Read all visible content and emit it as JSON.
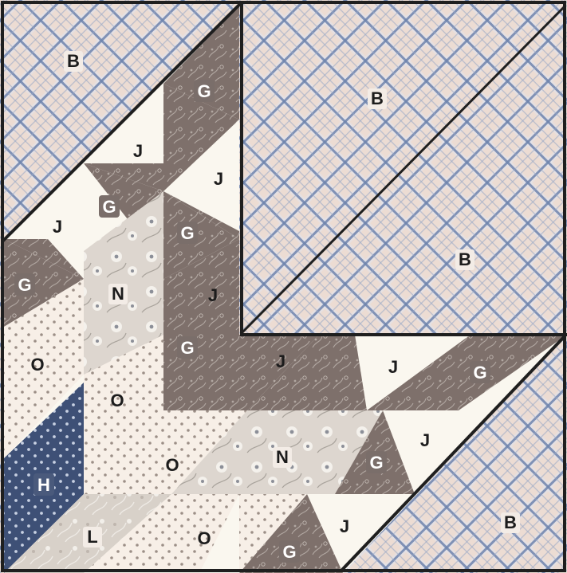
{
  "colors": {
    "plaid_base": "#ecdcd3",
    "plaid_line_dark": "#6f84ad",
    "plaid_line_light": "#c6cfe0",
    "brown_print": "#7e706b",
    "brown_print_light": "#9d928c",
    "cream": "#faf7ef",
    "grey_floral": "#d8d1c9",
    "dot_base": "#f7efe7",
    "dot_color": "#9c8f87",
    "navy": "#3e5076",
    "navy_dot": "#c7d0e2",
    "outline": "#1f1f1f"
  },
  "labels": {
    "b1": "B",
    "b2": "B",
    "b3": "B",
    "b4": "B",
    "g1": "G",
    "g2": "G",
    "g3": "G",
    "g4": "G",
    "g5": "G",
    "g6": "G",
    "g7": "G",
    "j1": "J",
    "j2": "J",
    "j3": "J",
    "j4": "J",
    "j5": "J",
    "j6": "J",
    "j7": "J",
    "j8": "J",
    "n1": "N",
    "n2": "N",
    "o1": "O",
    "o2": "O",
    "o3": "O",
    "o4": "O",
    "h1": "H",
    "l1": "L"
  }
}
